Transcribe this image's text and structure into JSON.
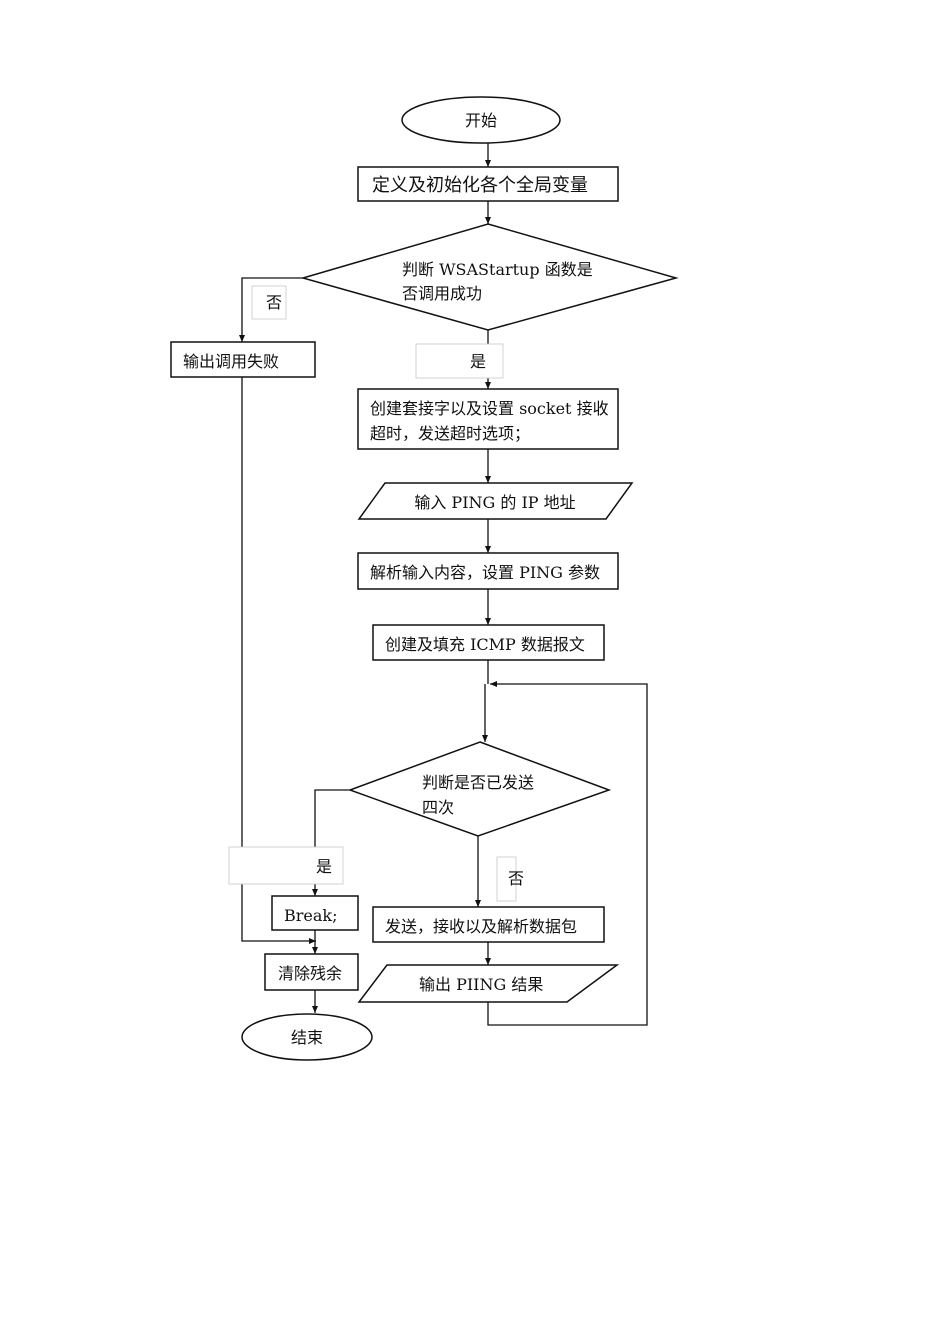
{
  "nodes": {
    "start": "开始",
    "init": "定义及初始化各个全局变量",
    "check_wsa": {
      "line1": "判断 WSAStartup 函数是",
      "line2": "否调用成功"
    },
    "fail_output": "输出调用失败",
    "create_socket": {
      "line1": "创建套接字以及设置 socket 接收",
      "line2": "超时，发送超时选项；"
    },
    "input_ip": "输入 PING 的 IP 地址",
    "parse_input": "解析输入内容，设置 PING 参数",
    "create_icmp": "创建及填充 ICMP 数据报文",
    "check_four": {
      "line1": "判断是否已发送",
      "line2": "四次"
    },
    "break": "Break;",
    "send_recv": "发送，接收以及解析数据包",
    "output_result": "输出 PIING 结果",
    "cleanup": "清除残余",
    "end": "结束"
  },
  "edge_labels": {
    "wsa_no": "否",
    "wsa_yes": "是",
    "four_yes": "是",
    "four_no": "否"
  }
}
